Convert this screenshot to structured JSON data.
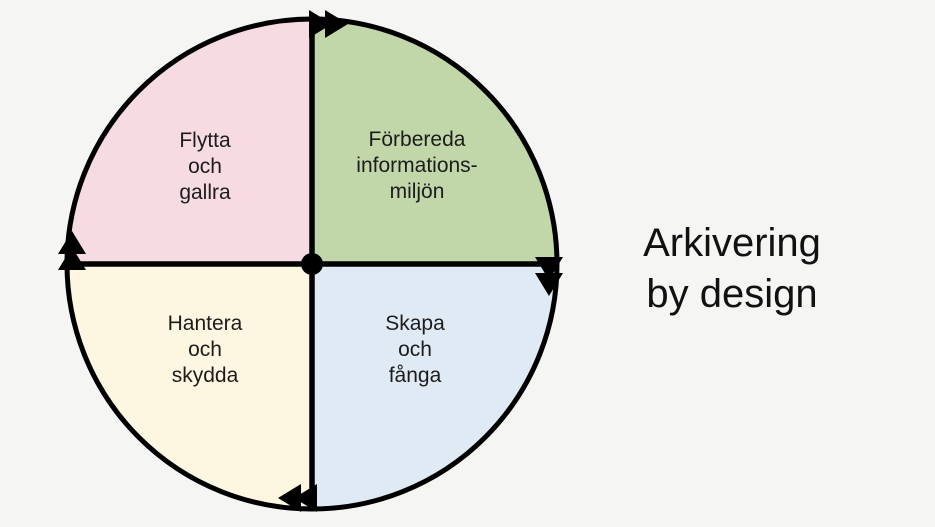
{
  "canvas": {
    "background_color": "#f5f5f4"
  },
  "diagram": {
    "type": "cycle",
    "stroke_color": "#000000",
    "quadrants": [
      {
        "id": "flytta-och-gallra",
        "position": "top-left",
        "label": "Flytta\noch\ngallra",
        "color": "#f6dbe3"
      },
      {
        "id": "forbereda-informationsmiljon",
        "position": "top-right",
        "label": "Förbereda\ninformations-\nmiljön",
        "color": "#c1d7a9"
      },
      {
        "id": "hantera-och-skydda",
        "position": "bottom-left",
        "label": "Hantera\noch\nskydda",
        "color": "#fdf6e1"
      },
      {
        "id": "skapa-och-fanga",
        "position": "bottom-right",
        "label": "Skapa\noch\nfånga",
        "color": "#dfeaf5"
      }
    ],
    "arrows": {
      "direction": "clockwise",
      "style": "double-chevron",
      "color": "#000000"
    },
    "title": {
      "text": "Arkivering\nby design",
      "color": "#111111"
    }
  }
}
